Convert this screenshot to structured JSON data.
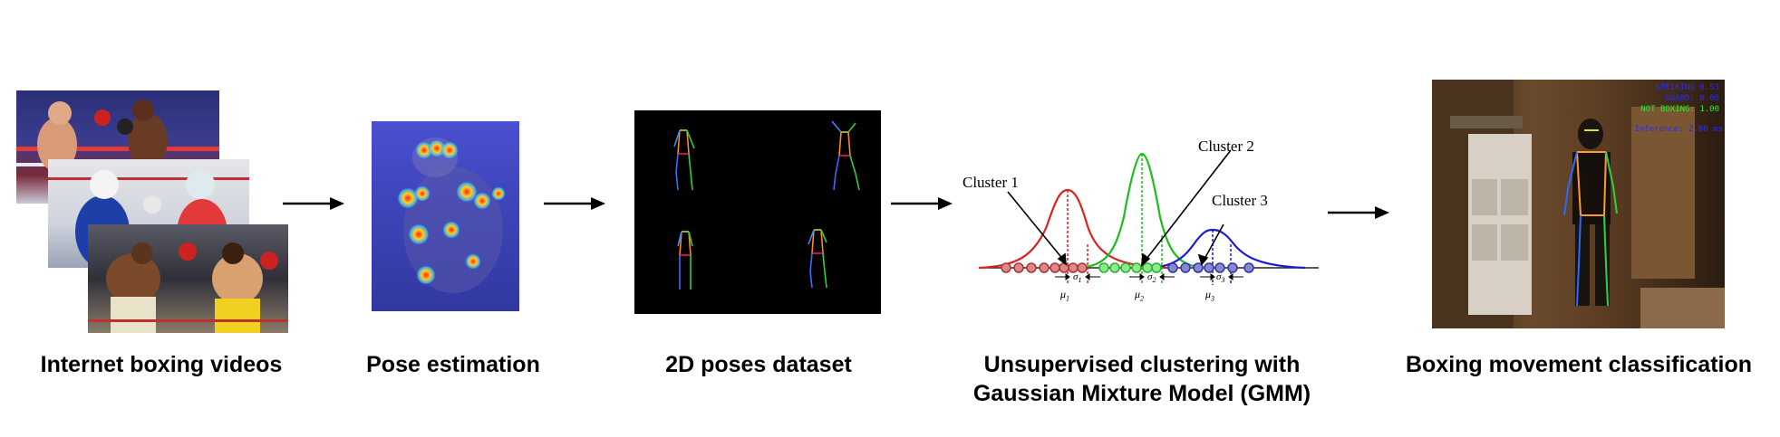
{
  "stages": [
    {
      "id": "internet",
      "caption": "Internet boxing videos"
    },
    {
      "id": "pose",
      "caption": "Pose estimation"
    },
    {
      "id": "dataset",
      "caption": "2D poses dataset"
    },
    {
      "id": "gmm",
      "caption_line1": "Unsupervised clustering with",
      "caption_line2": "Gaussian Mixture Model (GMM)"
    },
    {
      "id": "classification",
      "caption": "Boxing movement classification"
    }
  ],
  "gmm": {
    "cluster1_label": "Cluster 1",
    "cluster2_label": "Cluster 2",
    "cluster3_label": "Cluster 3",
    "sigma1": "σ",
    "sigma1_sub": "1",
    "sigma2": "σ",
    "sigma2_sub": "2",
    "sigma3": "σ",
    "sigma3_sub": "3",
    "mu1": "μ",
    "mu1_sub": "1",
    "mu2": "μ",
    "mu2_sub": "2",
    "mu3": "μ",
    "mu3_sub": "3"
  },
  "overlay": {
    "striking": "STRIKING",
    "striking_value": "0.53",
    "guard": "GUARD:",
    "guard_value": "0.00",
    "not_boxing": "NOT BOXING:",
    "not_boxing_value": "1.00",
    "inference": "Inference: 2.08 ms"
  },
  "colors": {
    "cluster1": "#e02020",
    "cluster2": "#18c018",
    "cluster3": "#1a1acc",
    "overlay_blue": "#2a2aff",
    "overlay_green": "#22ee22"
  }
}
